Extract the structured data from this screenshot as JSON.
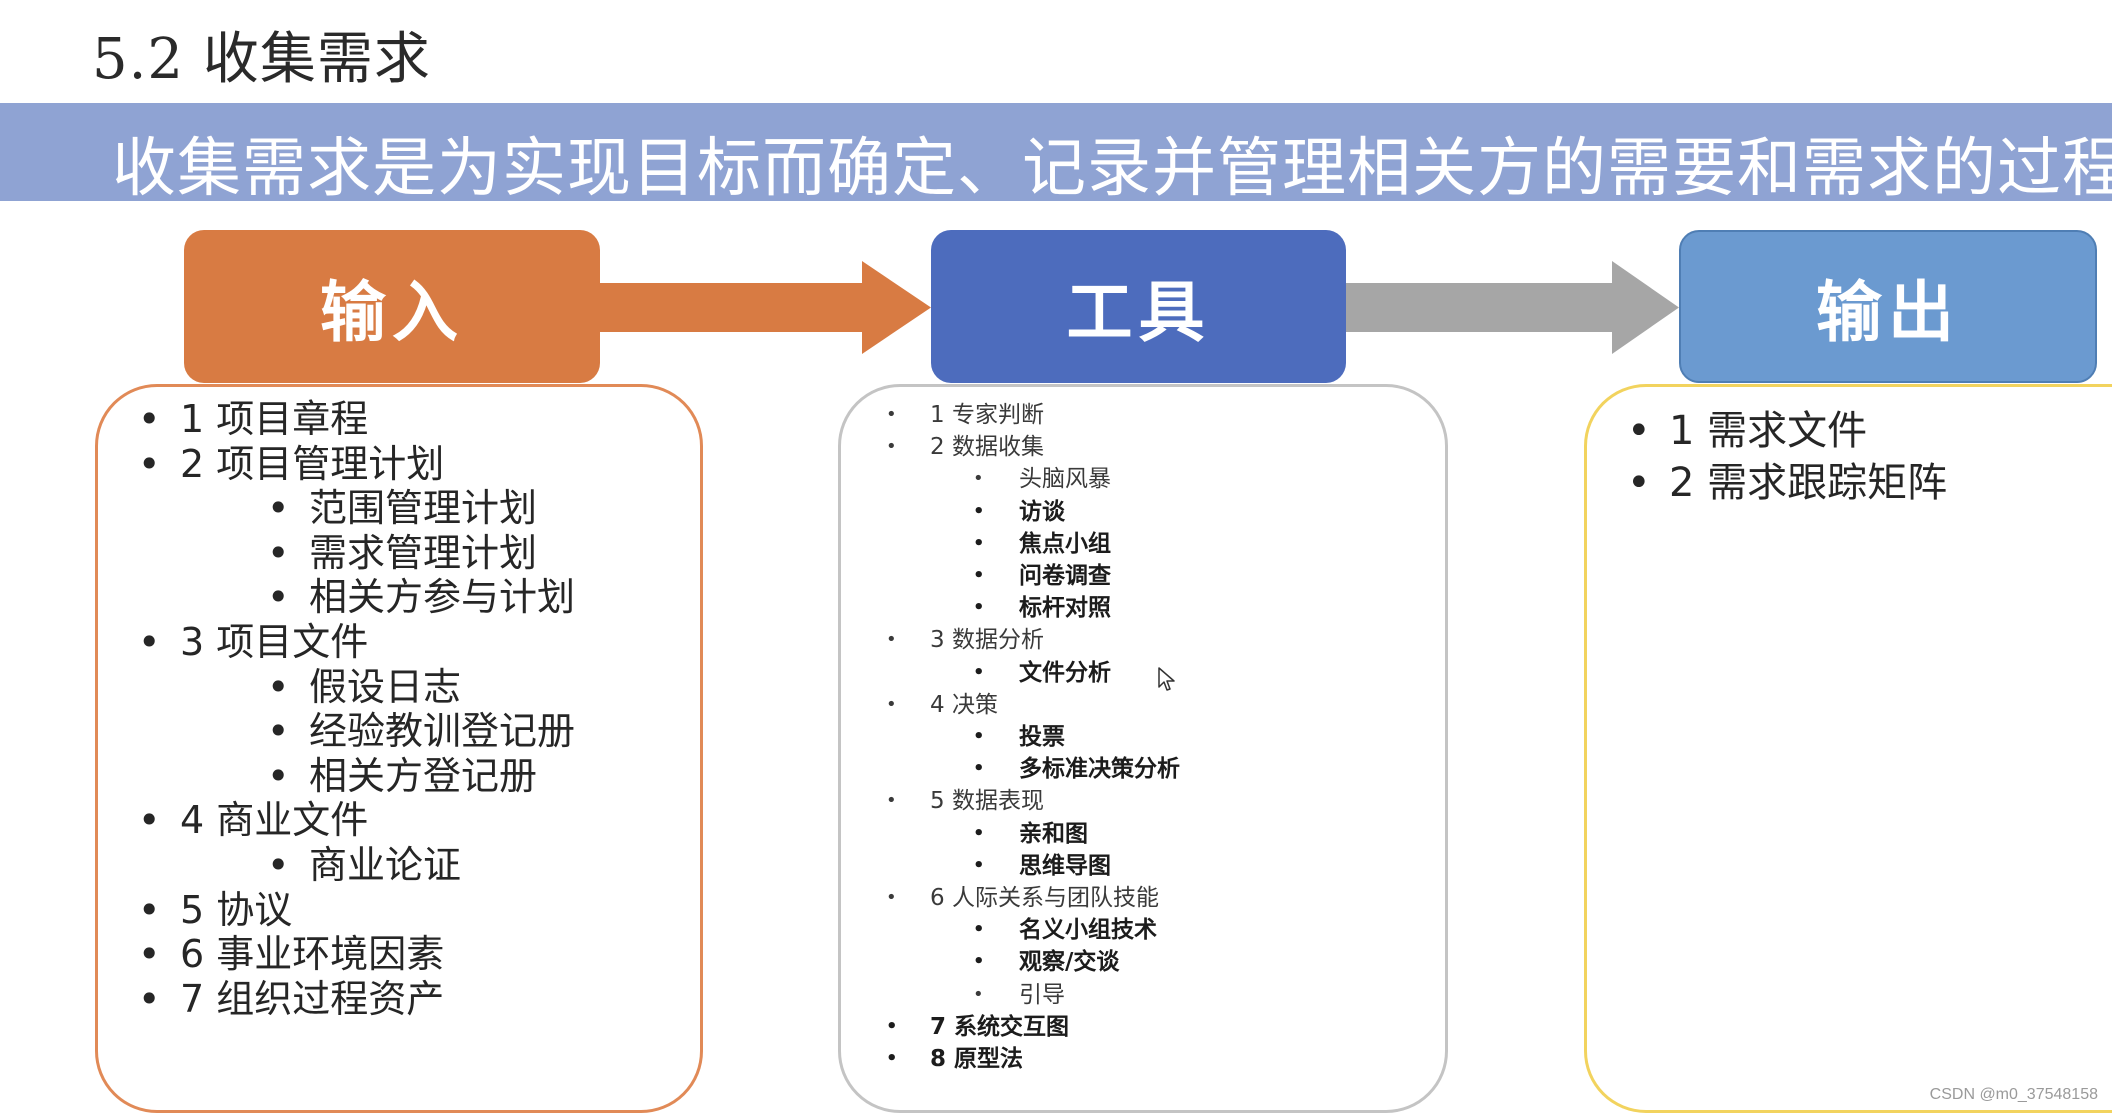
{
  "title": "5.2 收集需求",
  "banner": "收集需求是为实现目标而确定、记录并管理相关方的需要和需求的过程。",
  "colors": {
    "banner": "#8fa3d3",
    "input": "#d87b43",
    "tool": "#4d6cbd",
    "output": "#6b9ad0",
    "arrow_input": "#d87b43",
    "arrow_tool": "#a6a6a6"
  },
  "input": {
    "label": "输入",
    "items": [
      {
        "text": "1 项目章程",
        "level": 1
      },
      {
        "text": "2 项目管理计划",
        "level": 1
      },
      {
        "text": "范围管理计划",
        "level": 2
      },
      {
        "text": "需求管理计划",
        "level": 2
      },
      {
        "text": "相关方参与计划",
        "level": 2
      },
      {
        "text": "3 项目文件",
        "level": 1
      },
      {
        "text": "假设日志",
        "level": 2
      },
      {
        "text": "经验教训登记册",
        "level": 2
      },
      {
        "text": "相关方登记册",
        "level": 2
      },
      {
        "text": "4 商业文件",
        "level": 1
      },
      {
        "text": "商业论证",
        "level": 2
      },
      {
        "text": "5 协议",
        "level": 1
      },
      {
        "text": "6 事业环境因素",
        "level": 1
      },
      {
        "text": "7 组织过程资产",
        "level": 1
      }
    ]
  },
  "tool": {
    "label": "工具",
    "items": [
      {
        "text": "1 专家判断",
        "level": 1,
        "bold": false
      },
      {
        "text": "2 数据收集",
        "level": 1,
        "bold": false
      },
      {
        "text": "头脑风暴",
        "level": 2,
        "bold": false
      },
      {
        "text": "访谈",
        "level": 2,
        "bold": true
      },
      {
        "text": "焦点小组",
        "level": 2,
        "bold": true
      },
      {
        "text": "问卷调查",
        "level": 2,
        "bold": true
      },
      {
        "text": "标杆对照",
        "level": 2,
        "bold": true
      },
      {
        "text": "3 数据分析",
        "level": 1,
        "bold": false
      },
      {
        "text": "文件分析",
        "level": 2,
        "bold": true
      },
      {
        "text": "4 决策",
        "level": 1,
        "bold": false
      },
      {
        "text": "投票",
        "level": 2,
        "bold": true
      },
      {
        "text": "多标准决策分析",
        "level": 2,
        "bold": true
      },
      {
        "text": "5 数据表现",
        "level": 1,
        "bold": false
      },
      {
        "text": "亲和图",
        "level": 2,
        "bold": true
      },
      {
        "text": "思维导图",
        "level": 2,
        "bold": true
      },
      {
        "text": "6 人际关系与团队技能",
        "level": 1,
        "bold": false
      },
      {
        "text": "名义小组技术",
        "level": 2,
        "bold": true
      },
      {
        "text": "观察/交谈",
        "level": 2,
        "bold": true
      },
      {
        "text": "引导",
        "level": 2,
        "bold": false
      },
      {
        "text": "7 系统交互图",
        "level": 1,
        "bold": true
      },
      {
        "text": "8 原型法",
        "level": 1,
        "bold": true
      }
    ]
  },
  "output": {
    "label": "输出",
    "items": [
      {
        "text": "1 需求文件",
        "level": 1
      },
      {
        "text": "2 需求跟踪矩阵",
        "level": 1
      }
    ]
  },
  "watermark": "CSDN @m0_37548158"
}
